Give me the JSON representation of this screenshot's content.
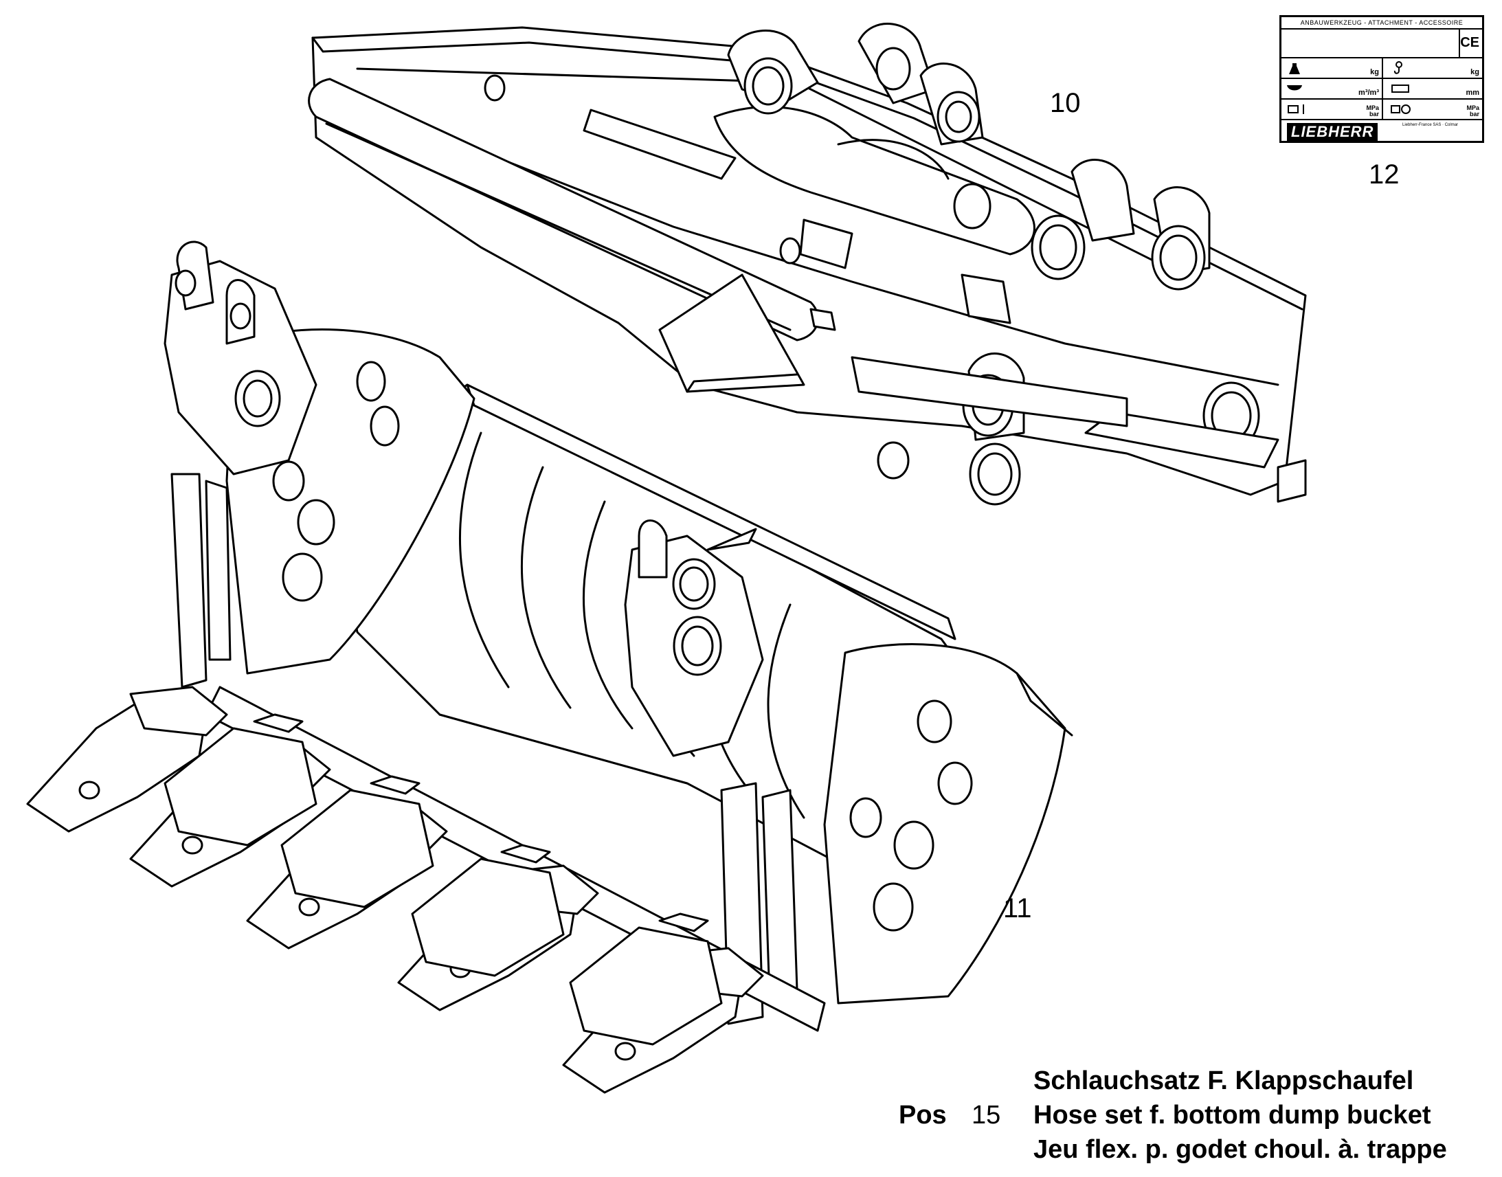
{
  "callouts": {
    "item_10": "10",
    "item_11": "11",
    "item_12": "12"
  },
  "plate": {
    "header": "ANBAUWERKZEUG - ATTACHMENT - ACCESSOIRE",
    "ce_mark": "CE",
    "unit_kg_1": "kg",
    "unit_kg_2": "kg",
    "unit_volume": "m³/m³",
    "unit_mm": "mm",
    "unit_pressure_1": "MPa bar",
    "unit_pressure_2": "MPa bar",
    "brand": "LIEBHERR",
    "fineprint": "Liebherr-France SAS · Colmar"
  },
  "caption": {
    "pos_label": "Pos",
    "pos_number": "15",
    "title_de": "Schlauchsatz F. Klappschaufel",
    "title_en": "Hose set f. bottom dump bucket",
    "title_fr": "Jeu flex. p. godet choul. à. trappe"
  },
  "colors": {
    "line": "#000000",
    "background": "#ffffff"
  },
  "icons": [
    "weight-icon",
    "hook-icon",
    "bucket-volume-icon",
    "width-icon",
    "hydraulic-icon",
    "valve-icon"
  ]
}
